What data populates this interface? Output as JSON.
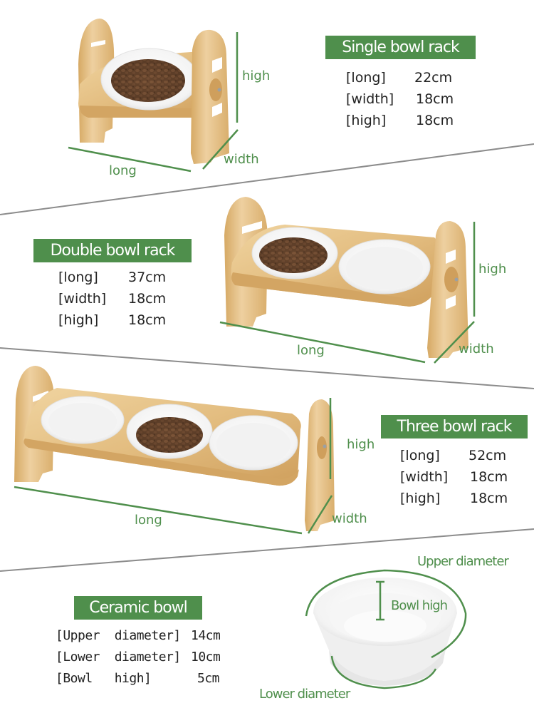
{
  "colors": {
    "accent_green": "#4f8f4c",
    "divider_gray": "#8c8c8c",
    "bamboo": "#e2bf84",
    "bamboo_dark": "#c99a55",
    "ceramic": "#f7f7f7",
    "kibble": "#6b4a33"
  },
  "sections": [
    {
      "id": "single",
      "title": "Single bowl rack",
      "specs": [
        {
          "key": "[long]",
          "value": "22cm"
        },
        {
          "key": "[width]",
          "value": "18cm"
        },
        {
          "key": "[high]",
          "value": "18cm"
        }
      ],
      "dimension_labels": {
        "high": "high",
        "width": "width",
        "long": "long"
      },
      "bowls": [
        "food"
      ]
    },
    {
      "id": "double",
      "title": "Double bowl rack",
      "specs": [
        {
          "key": "[long]",
          "value": "37cm"
        },
        {
          "key": "[width]",
          "value": "18cm"
        },
        {
          "key": "[high]",
          "value": "18cm"
        }
      ],
      "dimension_labels": {
        "high": "high",
        "width": "width",
        "long": "long"
      },
      "bowls": [
        "food",
        "empty"
      ]
    },
    {
      "id": "three",
      "title": "Three bowl rack",
      "specs": [
        {
          "key": "[long]",
          "value": "52cm"
        },
        {
          "key": "[width]",
          "value": "18cm"
        },
        {
          "key": "[high]",
          "value": "18cm"
        }
      ],
      "dimension_labels": {
        "high": "high",
        "width": "width",
        "long": "long"
      },
      "bowls": [
        "empty",
        "food",
        "empty"
      ]
    },
    {
      "id": "bowl",
      "title": "Ceramic bowl",
      "specs": [
        {
          "key": "[Upper  diameter]",
          "value": "14cm"
        },
        {
          "key": "[Lower  diameter]",
          "value": "10cm"
        },
        {
          "key": "[Bowl   high]",
          "value": "5cm"
        }
      ],
      "dimension_labels": {
        "upper": "Upper diameter",
        "lower": "Lower diameter",
        "bowl_high": "Bowl high"
      }
    }
  ]
}
